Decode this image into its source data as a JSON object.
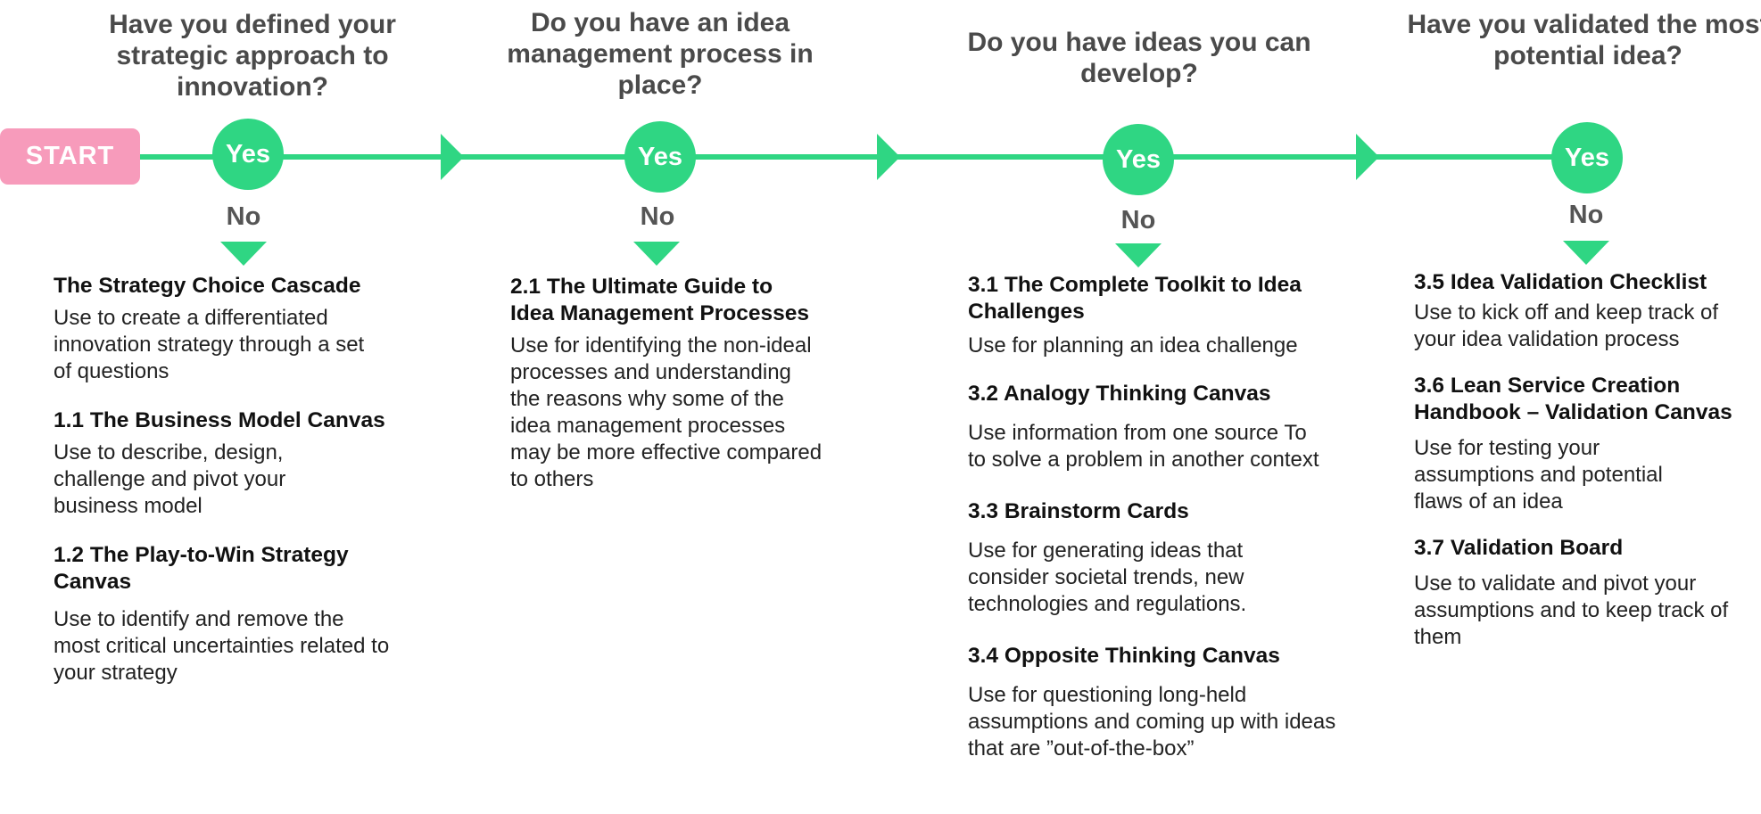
{
  "start_label": "START",
  "steps": [
    {
      "question": "Have you defined your strategic approach to innovation?",
      "yes": "Yes",
      "no": "No",
      "items": [
        {
          "title": "The Strategy Choice Cascade",
          "desc": "Use to create a differentiated innovation strategy through a set of questions"
        },
        {
          "title": "1.1 The Business Model Canvas",
          "desc": "Use to describe, design, challenge and pivot your business model"
        },
        {
          "title": "1.2 The Play-to-Win Strategy Canvas",
          "desc": "Use to identify and remove the most critical uncertainties related to your strategy"
        }
      ]
    },
    {
      "question": "Do you have an idea management process in place?",
      "yes": "Yes",
      "no": "No",
      "items": [
        {
          "title": "2.1 The Ultimate Guide to Idea Management Processes",
          "desc": "Use for identifying the non-ideal processes and understanding the reasons why some of the idea management processes may be more effective compared to others"
        }
      ]
    },
    {
      "question": "Do you have ideas you can develop?",
      "yes": "Yes",
      "no": "No",
      "items": [
        {
          "title": "3.1 The Complete Toolkit to Idea Challenges",
          "desc": "Use for planning an idea challenge"
        },
        {
          "title": "3.2 Analogy Thinking Canvas",
          "desc": "Use information from one source To to solve a problem in another context"
        },
        {
          "title": "3.3 Brainstorm Cards",
          "desc": "Use for generating ideas that consider societal trends, new technologies and regulations."
        },
        {
          "title": "3.4 Opposite Thinking Canvas",
          "desc": "Use for questioning long-held assumptions and coming up with ideas that are ”out-of-the-box”"
        }
      ]
    },
    {
      "question": "Have you validated the most potential idea?",
      "yes": "Yes",
      "no": "No",
      "items": [
        {
          "title": "3.5 Idea Validation Checklist",
          "desc": "Use to kick off and keep track of your idea validation process"
        },
        {
          "title": "3.6 Lean Service Creation Handbook – Validation Canvas",
          "desc": "Use for testing your assumptions and potential flaws of an idea"
        },
        {
          "title": "3.7 Validation Board",
          "desc": "Use to validate and pivot your assumptions and to keep track of them"
        }
      ]
    }
  ],
  "colors": {
    "accent_green": "#2fd683",
    "start_pink": "#f79bbb",
    "question_gray": "#4a4a4a"
  }
}
